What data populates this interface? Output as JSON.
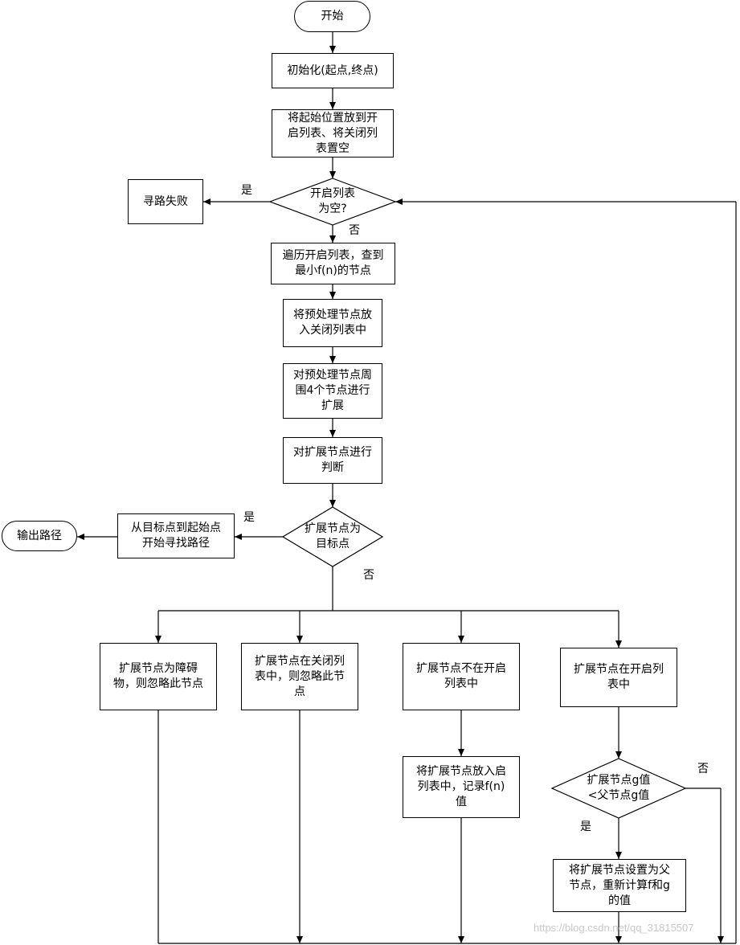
{
  "nodes": {
    "start": "开始",
    "init": "初始化(起点,终点)",
    "put_open": "将起始位置放到开\n启列表、将关闭列\n表置空",
    "open_empty": "开启列表\n为空?",
    "fail": "寻路失败",
    "traverse": "遍历开启列表，查到\n最小f(n)的节点",
    "to_closed": "将预处理节点放\n入关闭列表中",
    "expand4": "对预处理节点周\n围4个节点进行\n扩展",
    "judge": "对扩展节点进行\n判断",
    "is_target": "扩展节点为\n目标点",
    "trace_path": "从目标点到起始点\n开始寻找路径",
    "output": "输出路径",
    "obstacle": "扩展节点为障碍\n物，则忽略此节点",
    "in_closed": "扩展节点在关闭列\n表中，则忽略此节\n点",
    "not_in_open": "扩展节点不在开启\n列表中",
    "in_open": "扩展节点在开启列\n表中",
    "add_open": "将扩展节点放入启\n列表中，记录f(n)\n值",
    "g_less": "扩展节点g值\n<父节点g值",
    "set_parent": "将扩展节点设置为父\n节点，重新计算f和g\n的值"
  },
  "labels": {
    "yes_fail": "是",
    "no_traverse": "否",
    "yes_target": "是",
    "no_target": "否",
    "no_g": "否",
    "yes_g": "是"
  },
  "watermark": "https://blog.csdn.net/qq_31815507"
}
